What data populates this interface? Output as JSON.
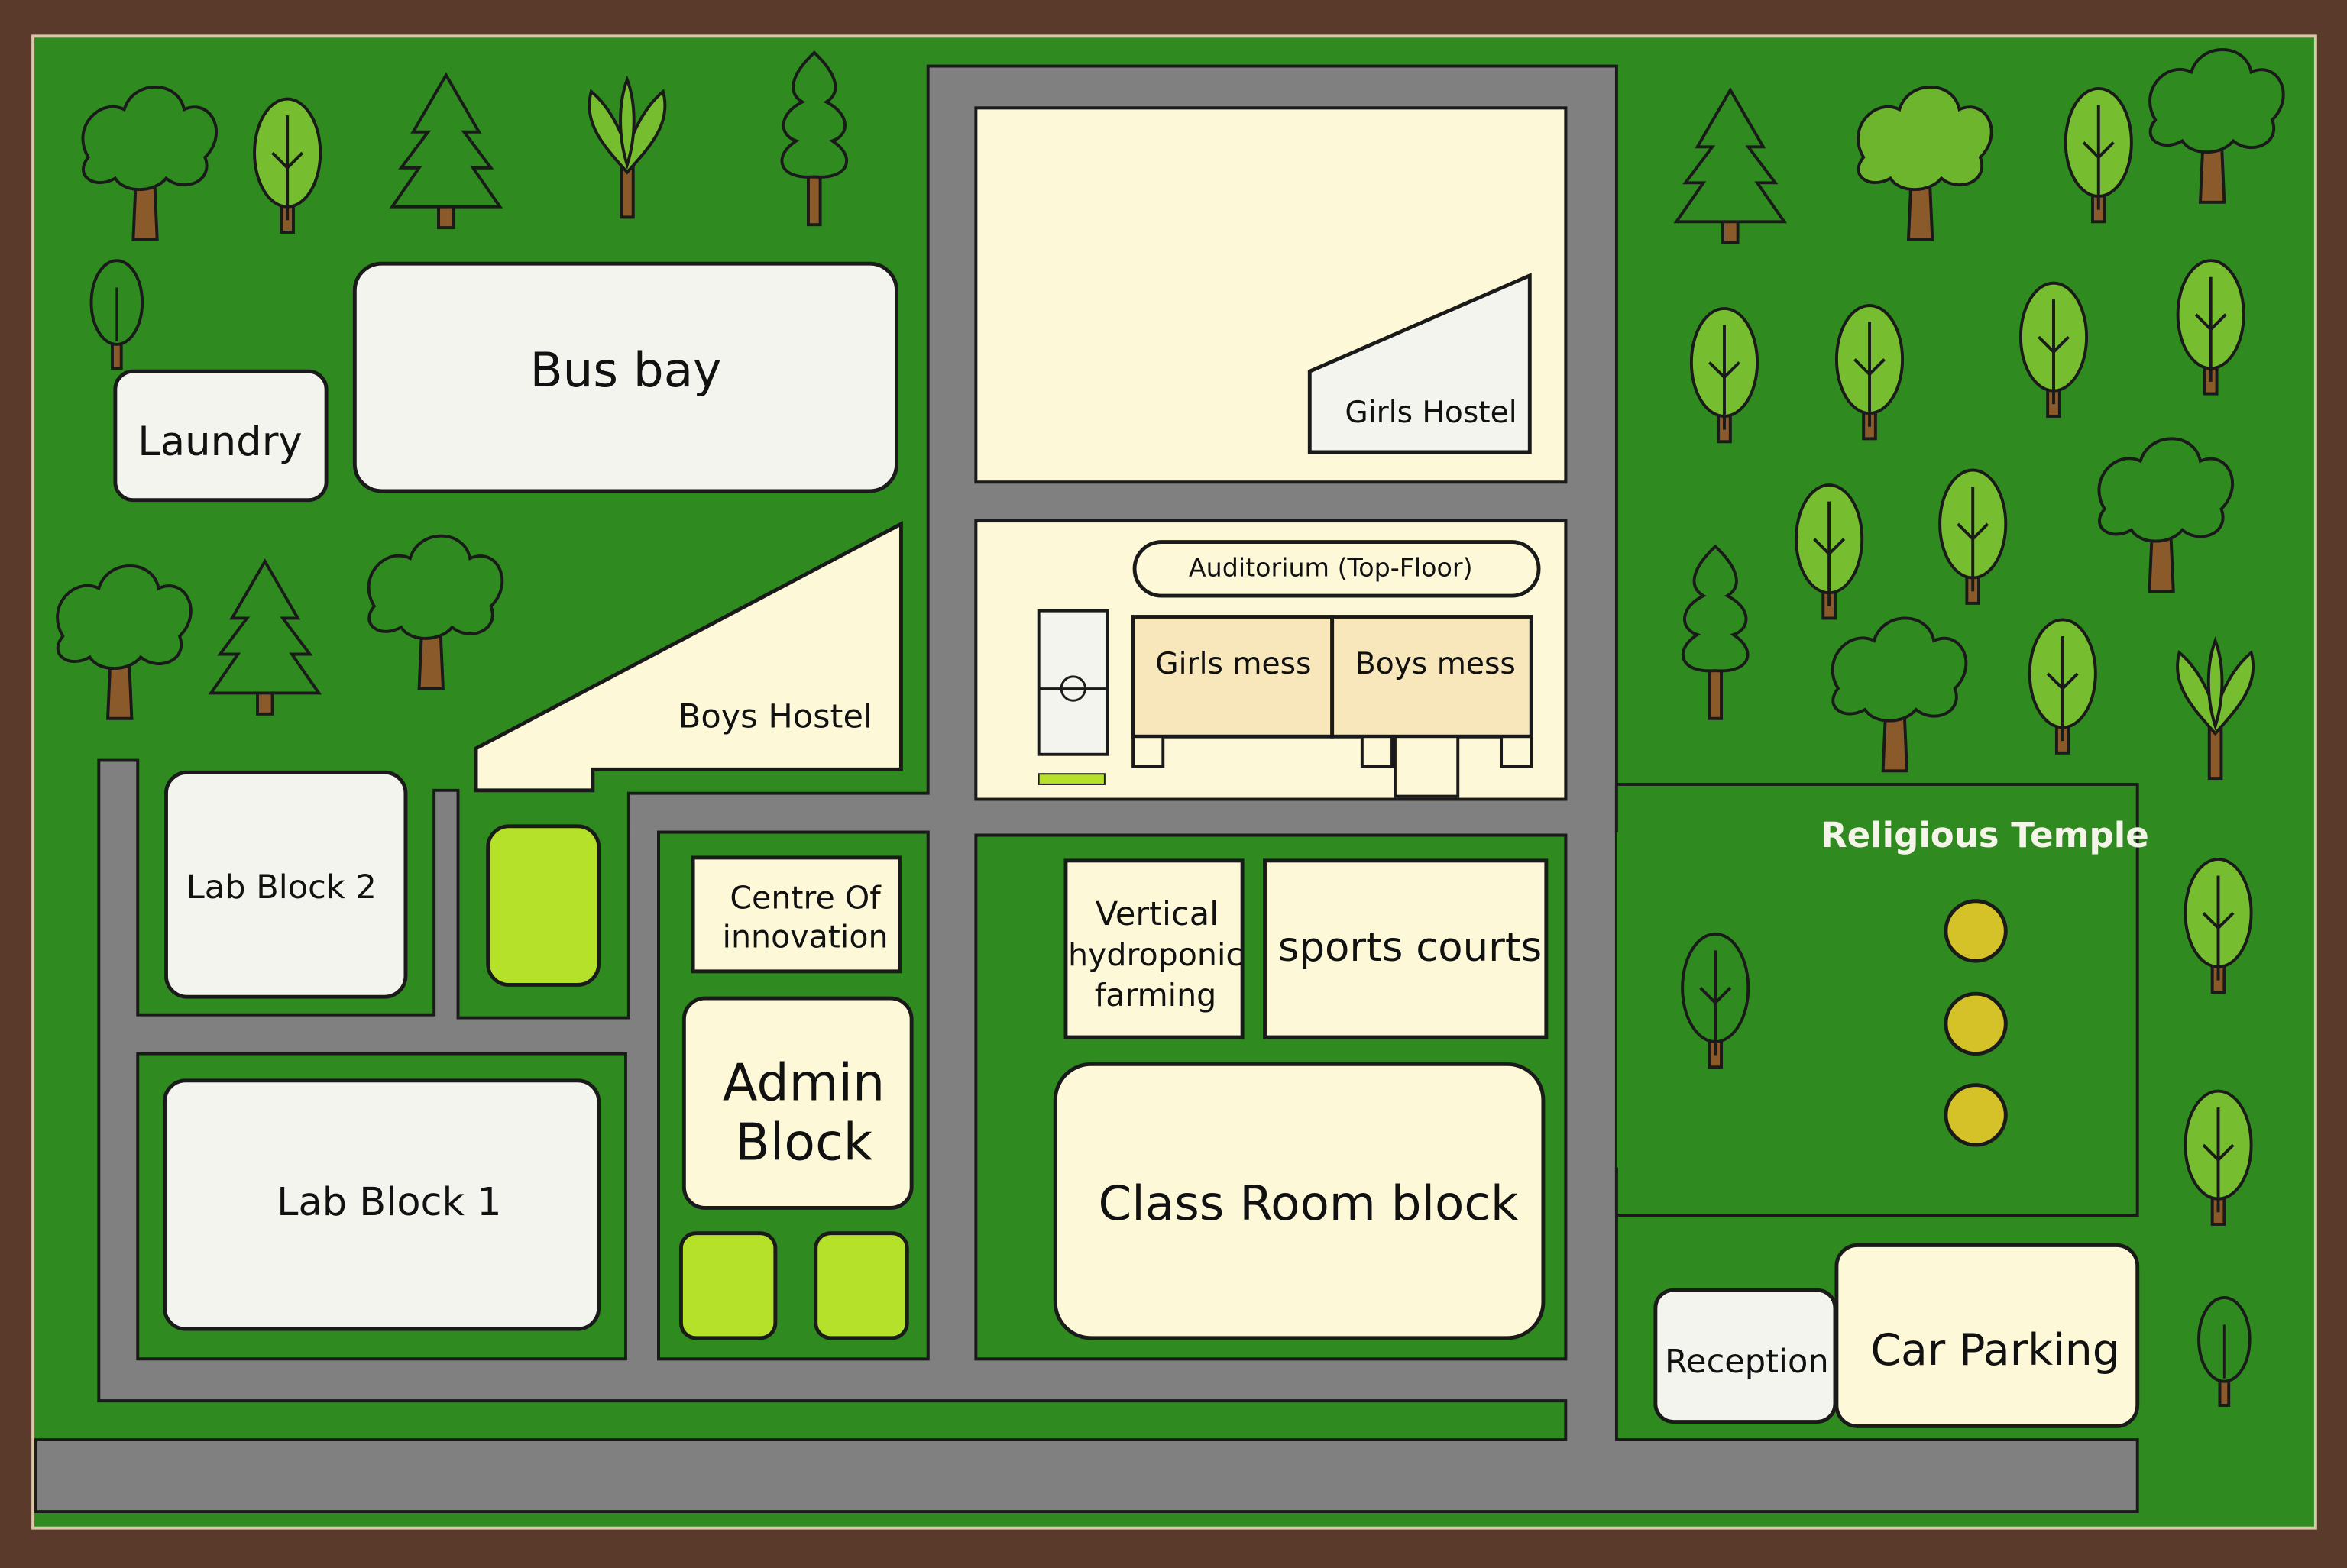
{
  "map": {
    "labels": {
      "bus_bay": "Bus bay",
      "laundry": "Laundry",
      "girls_hostel": "Girls Hostel",
      "boys_hostel": "Boys Hostel",
      "auditorium": "Auditorium (Top-Floor)",
      "girls_mess": "Girls mess",
      "boys_mess": "Boys mess",
      "lab_block_2": "Lab Block 2",
      "lab_block_1": "Lab Block 1",
      "centre_line1": "Centre Of",
      "centre_line2": "innovation",
      "admin_line1": "Admin",
      "admin_line2": "Block",
      "vertical_line1": "Vertical",
      "vertical_line2": "hydroponic",
      "vertical_line3": "farming",
      "sports_courts": "sports courts",
      "class_room": "Class Room block",
      "religious_temple": "Religious Temple",
      "reception": "Reception",
      "car_parking": "Car Parking"
    },
    "colors": {
      "frame": "#5a3a2a",
      "grass": "#2f8a20",
      "road": "#808080",
      "building_white": "#f4f4ee",
      "building_cream": "#fdf9d8",
      "mess_tan": "#f7e7bb",
      "lawn_lime": "#b6e12a",
      "temple_yellow": "#d4c228",
      "tree_dark": "#2f8a1f",
      "tree_light": "#76bd2f",
      "trunk": "#8a5a2b"
    }
  }
}
